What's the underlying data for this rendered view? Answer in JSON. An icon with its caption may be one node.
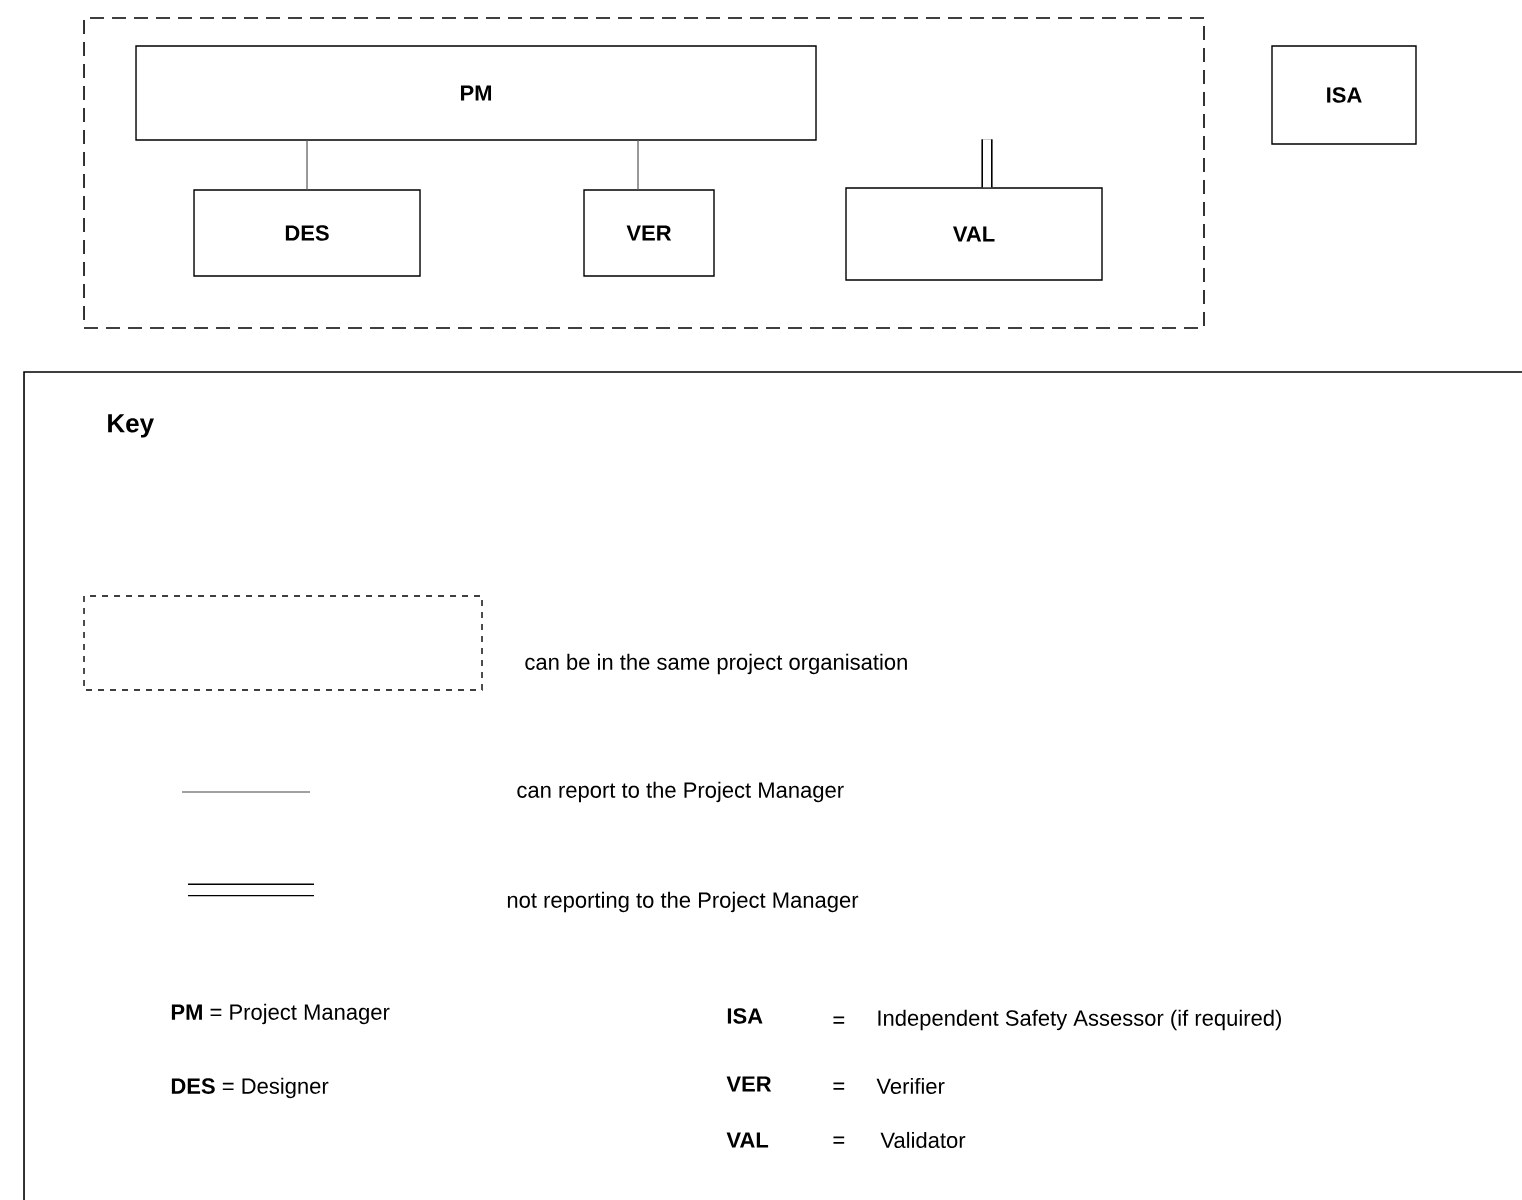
{
  "diagram": {
    "nodes": [
      {
        "text": [],
        "shape": "box"
      },
      {
        "text": [
          "PM"
        ],
        "in": 0
      },
      {
        "text": [
          "DES"
        ],
        "in": 0
      },
      {
        "text": [
          "VER"
        ],
        "in": 0
      },
      {
        "text": [
          "VAL"
        ],
        "in": 0
      },
      {
        "text": [
          "ISA"
        ]
      }
    ],
    "edges": [
      {
        "from": 1,
        "to": 2,
        "arrow": "none"
      },
      {
        "from": 1,
        "to": 3,
        "arrow": "none"
      },
      {
        "from": null,
        "to": 4,
        "arrow": "none",
        "style": "thick",
        "color": "#000000"
      }
    ],
    "labels": [
      "Key",
      "**PM** = Project Manager",
      "ISA",
      "=",
      "Independent Safety Assessor (if required)",
      "**DES** = Designer",
      "VER",
      "=",
      "Verifier",
      "VAL",
      "=",
      "Validator"
    ],
    "legend": [
      {
        "text": "can be in the same project organisation"
      },
      {
        "text": "can report to the Project Manager"
      },
      {
        "text": "not reporting to the Project Manager"
      }
    ]
  }
}
